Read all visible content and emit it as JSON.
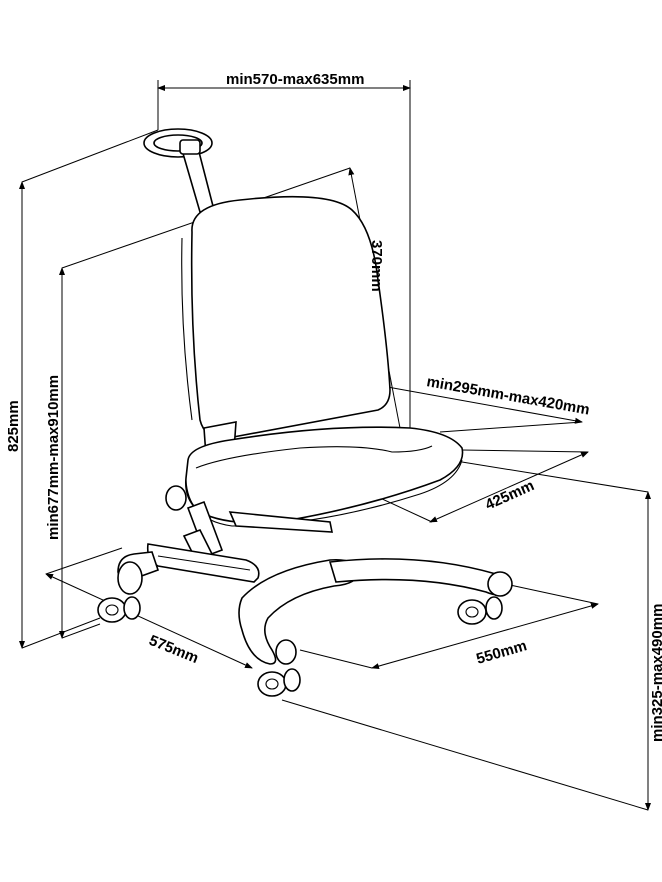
{
  "dimensions": {
    "top_width": "min570-max635mm",
    "back_height": "370mm",
    "seat_depth": "min295mm-max420mm",
    "seat_width": "425mm",
    "total_height": "825mm",
    "back_top_height": "min677mm-max910mm",
    "base_depth": "575mm",
    "base_width": "550mm",
    "seat_height": "min325-max490mm"
  },
  "colors": {
    "line": "#000000",
    "background": "#ffffff"
  }
}
